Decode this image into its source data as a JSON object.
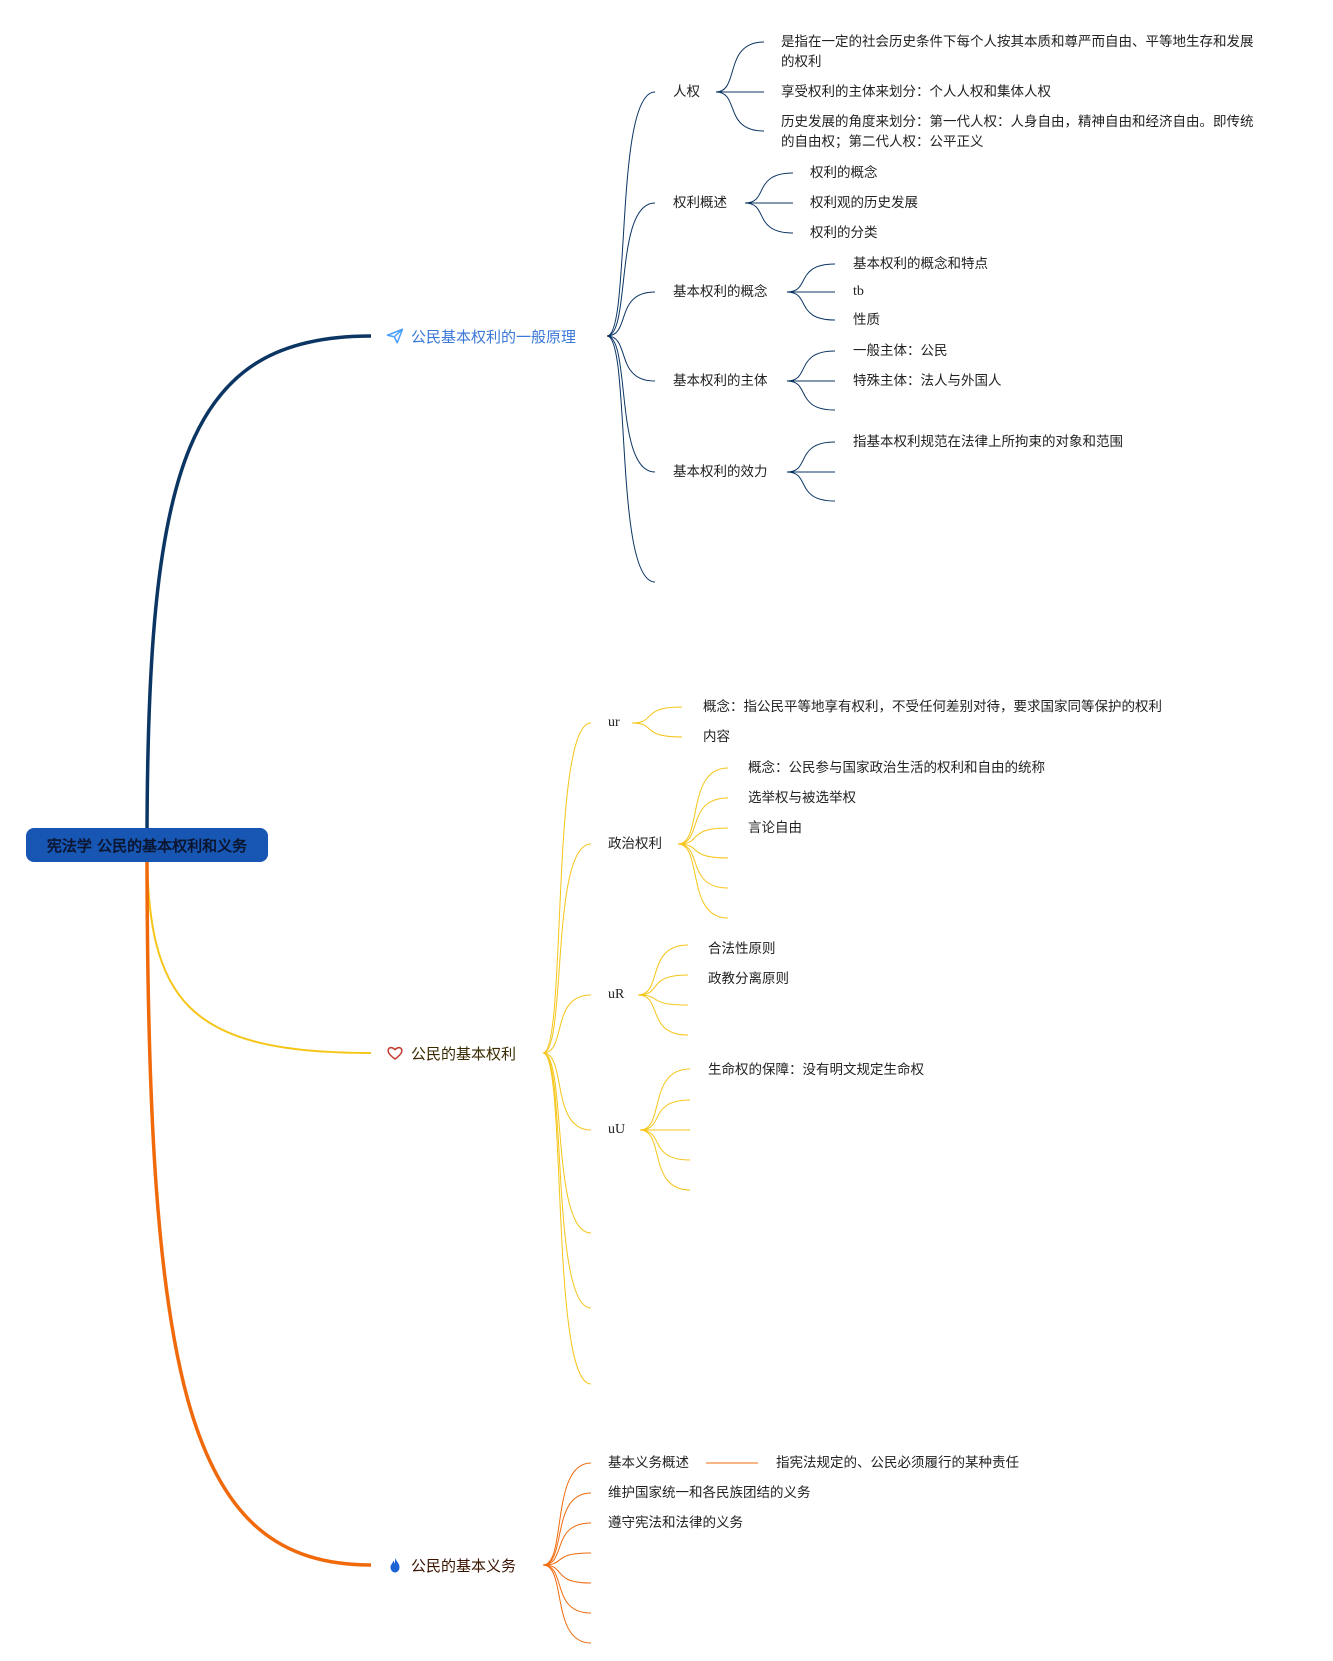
{
  "colors": {
    "root": "#1756b2",
    "branch1": "#0b3f7e",
    "branch1_line": "#0b3563",
    "branch2": "#ffc512",
    "branch2_line": "#f5c518",
    "branch3": "#fb6a10",
    "branch3_line": "#f06a0c"
  },
  "root": {
    "label": "宪法学 公民的基本权利和义务"
  },
  "branches": [
    {
      "label": "公民基本权利的一般原理",
      "icon": "paper-plane-icon",
      "topics": [
        {
          "label": "人权",
          "items": [
            "是指在一定的社会历史条件下每个人按其本质和尊严而自由、平等地生存和发展的权利",
            "享受权利的主体来划分：个人人权和集体人权",
            "历史发展的角度来划分：第一代人权：人身自由，精神自由和经济自由。即传统的自由权；第二代人权：公平正义"
          ]
        },
        {
          "label": "权利概述",
          "items": [
            "权利的概念",
            "权利观的历史发展",
            "权利的分类"
          ]
        },
        {
          "label": "基本权利的概念",
          "items": [
            "基本权利的概念和特点",
            "tb",
            "性质"
          ]
        },
        {
          "label": "基本权利的主体",
          "items": [
            "一般主体：公民",
            "特殊主体：法人与外国人",
            ""
          ]
        },
        {
          "label": "基本权利的效力",
          "items": [
            "指基本权利规范在法律上所拘束的对象和范围",
            "",
            ""
          ]
        },
        {
          "label": "",
          "items": []
        }
      ]
    },
    {
      "label": "公民的基本权利",
      "icon": "heart-icon",
      "topics": [
        {
          "label": "ur",
          "items": [
            "概念：指公民平等地享有权利，不受任何差别对待，要求国家同等保护的权利",
            "内容"
          ]
        },
        {
          "label": "政治权利",
          "items": [
            "概念：公民参与国家政治生活的权利和自由的统称",
            "选举权与被选举权",
            "言论自由",
            "",
            "",
            ""
          ]
        },
        {
          "label": "uR",
          "items": [
            "合法性原则",
            "政教分离原则",
            "",
            ""
          ]
        },
        {
          "label": "uU",
          "items": [
            "生命权的保障：没有明文规定生命权",
            "",
            "",
            "",
            ""
          ]
        },
        {
          "label": "",
          "items": []
        },
        {
          "label": "",
          "items": []
        },
        {
          "label": "",
          "items": []
        }
      ]
    },
    {
      "label": "公民的基本义务",
      "icon": "flame-icon",
      "topics": [
        {
          "label": "基本义务概述",
          "items": [
            "指宪法规定的、公民必须履行的某种责任"
          ]
        },
        {
          "label": "维护国家统一和各民族团结的义务",
          "items": []
        },
        {
          "label": "遵守宪法和法律的义务",
          "items": []
        },
        {
          "label": "",
          "items": []
        },
        {
          "label": "",
          "items": []
        },
        {
          "label": "",
          "items": []
        }
      ]
    }
  ]
}
